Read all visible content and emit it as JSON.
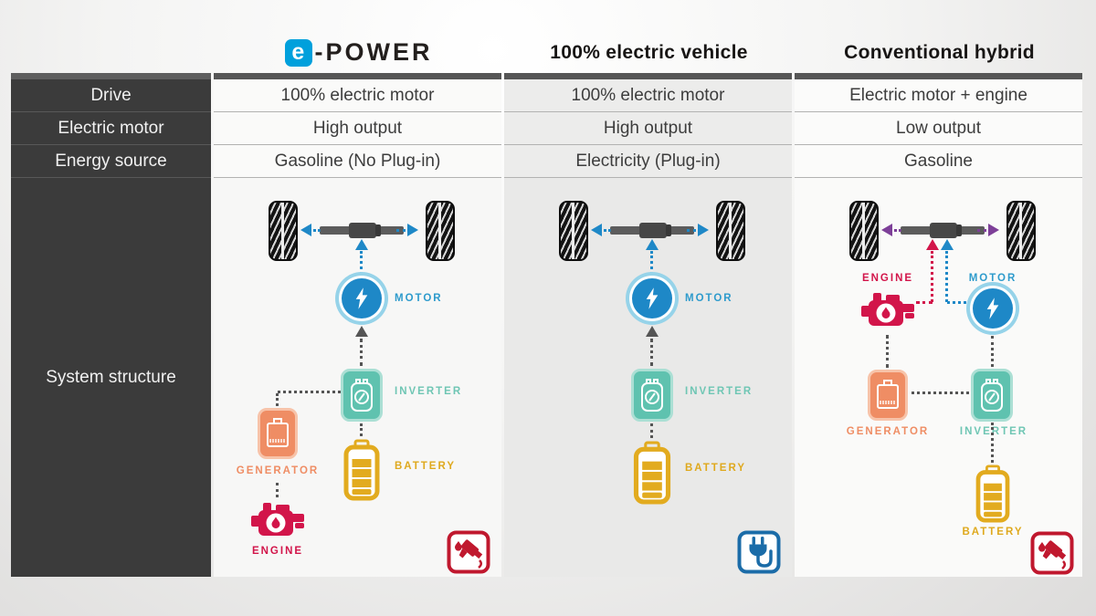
{
  "header": {
    "epower_badge": "e",
    "epower_rest": "-POWER",
    "col2_title": "100% electric vehicle",
    "col3_title": "Conventional hybrid"
  },
  "sidebar": {
    "drive": "Drive",
    "electric_motor": "Electric motor",
    "energy_source": "Energy source",
    "system_structure": "System structure"
  },
  "columns": [
    {
      "name": "e-POWER",
      "drive": "100% electric motor",
      "electric_motor": "High output",
      "energy_source": "Gasoline (No Plug-in)",
      "corner_badge": "fuel-pump"
    },
    {
      "name": "100% electric vehicle",
      "drive": "100% electric motor",
      "electric_motor": "High output",
      "energy_source": "Electricity (Plug-in)",
      "corner_badge": "charging-plug"
    },
    {
      "name": "Conventional hybrid",
      "drive": "Electric motor + engine",
      "electric_motor": "Low output",
      "energy_source": "Gasoline",
      "corner_badge": "fuel-pump"
    }
  ],
  "labels": {
    "motor": "MOTOR",
    "inverter": "INVERTER",
    "generator": "GENERATOR",
    "engine": "ENGINE",
    "battery": "BATTERY"
  },
  "colors": {
    "motor_blue": "#1e88c7",
    "inverter_teal": "#5fc2af",
    "generator_orange": "#ef8d64",
    "engine_crimson": "#d2154a",
    "battery_gold": "#e2ab1f",
    "fuel_red": "#c0182e",
    "plug_blue": "#1b6ca8",
    "axle_arrow_purple": "#7d3f98",
    "sidebar_dark": "#3b3b3b",
    "epower_blue": "#00a0dc"
  }
}
